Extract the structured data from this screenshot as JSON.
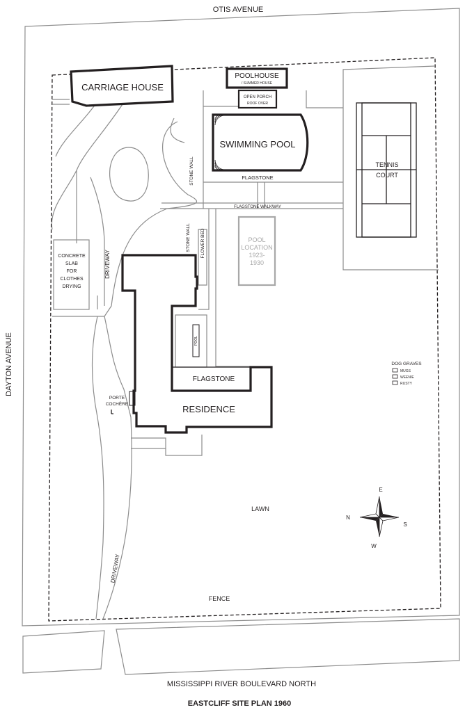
{
  "streets": {
    "north": "OTIS AVENUE",
    "west": "DAYTON AVENUE",
    "south": "MISSISSIPPI RIVER BOULEVARD NORTH"
  },
  "title": "EASTCLIFF SITE PLAN 1960",
  "buildings": {
    "carriage_house": "CARRIAGE HOUSE",
    "poolhouse": "POOLHOUSE",
    "poolhouse_sub": "/ SUMMER HOUSE",
    "open_porch_1": "OPEN PORCH",
    "open_porch_2": "ROOF OVER",
    "swimming_pool": "SWIMMING POOL",
    "tennis_1": "TENNIS",
    "tennis_2": "COURT",
    "residence": "RESIDENCE"
  },
  "features": {
    "stone_wall_upper": "STONE WALL",
    "stone_wall_lower": "STONE WALL",
    "flower_bed": "FLOWER BED",
    "flagstone_pool": "FLAGSTONE",
    "flagstone_walkway": "FLAGSTONE WALKWAY",
    "flagstone_house": "FLAGSTONE",
    "pool_location": [
      "POOL",
      "LOCATION",
      "1923-",
      "1930"
    ],
    "small_pool": "POOL",
    "concrete_slab": [
      "CONCRETE",
      "SLAB",
      "FOR",
      "CLOTHES",
      "DRYING"
    ],
    "driveway_upper": "DRIVEWAY",
    "driveway_lower": "DRIVEWAY",
    "porte_cochere_1": "PORTE",
    "porte_cochere_2": "COCHÈRE",
    "lawn": "LAWN",
    "fence": "FENCE"
  },
  "dog_graves": {
    "title": "DOG GRAVES",
    "names": [
      "MUGS",
      "WEENIE",
      "RUSTY"
    ]
  },
  "compass": {
    "n": "N",
    "s": "S",
    "e": "E",
    "w": "W"
  },
  "colors": {
    "ink": "#231f20",
    "thin_line": "#8c8c8c",
    "historic": "#a8a8a8"
  }
}
